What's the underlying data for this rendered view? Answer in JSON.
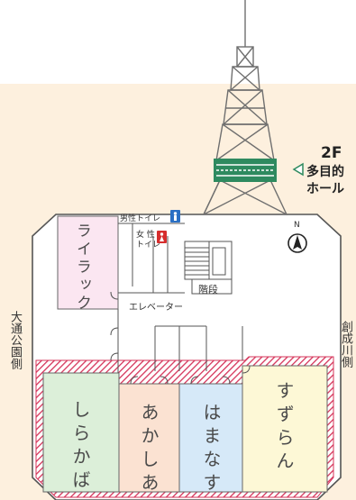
{
  "floor": "2F",
  "hall_name_line1": "多目的",
  "hall_name_line2": "ホール",
  "sides": {
    "left": "大通公園側",
    "right": "創成川側"
  },
  "rooms": {
    "lilac": "ライラック",
    "shirakaba": "しらかば",
    "akashia": "あかしあ",
    "hamanasu": "はまなす",
    "suzuran": "すずらん"
  },
  "facilities": {
    "mens_toilet": "男性トイレ",
    "womens_toilet_line1": "女 性",
    "womens_toilet_line2": "トイレ",
    "stairs": "階段",
    "elevator": "エレベーター"
  },
  "compass": "N",
  "colors": {
    "band": "#fdf0de",
    "lilac": "#fbe6f1",
    "shirakaba": "#dcefd9",
    "akashia": "#fbe2d2",
    "hamanasu": "#d6e9f8",
    "suzuran": "#fdf8d6",
    "hatch": "#d5345a",
    "tower": "#6f6f6f",
    "tower_deck": "#2e8a5f",
    "toilet_mens": "#2a6fc4",
    "toilet_womens": "#d62d2d",
    "marker": "#2e8a5f"
  }
}
